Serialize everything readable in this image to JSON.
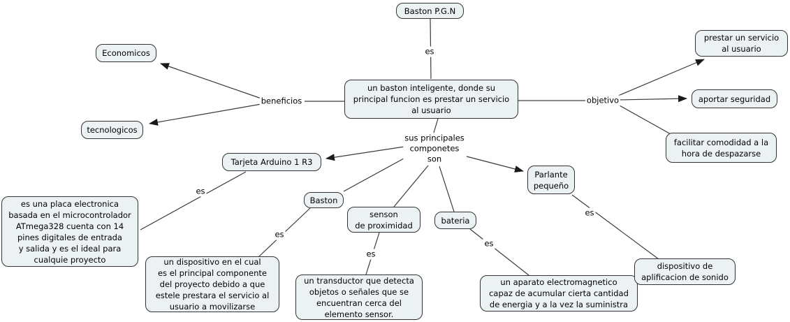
{
  "concepts": {
    "baston_pgn": "Baston P.G.N",
    "economicos": "Economicos",
    "tecnologicos": "tecnologicos",
    "main": "un baston inteligente, donde su\nprincipal funcion es prestar un servicio\nal usuario",
    "prestar": "prestar un servicio\nal usuario",
    "aportar": "aportar seguridad",
    "facilitar": "facilitar comodidad a la\nhora de despazarse",
    "tarjeta": "Tarjeta Arduino 1 R3",
    "baston": "Baston",
    "sensor": "senson\nde proximidad",
    "bateria": "bateria",
    "parlante": "Parlante\npequeño",
    "placa": "es una placa electronica\nbasada en el microcontrolador\nATmega328 cuenta con 14\npines digitales de entrada\ny salida y es el ideal para\ncualquie proyecto",
    "dispositivo": "un dispositivo en el cual\nes el principal componente\ndel proyecto debido a que\nestele prestara el servicio al\nusuario a movilizarse",
    "transductor": "un transductor que detecta\nobjetos o señales que se\nencuentran cerca del\nelemento sensor.",
    "aparato": "un aparato electromagnetico\ncapaz de acumular cierta cantidad\nde energia y a la vez la suministra",
    "amplificador": "dispositivo de\naplificacion de sonido"
  },
  "links": {
    "es_top": "es",
    "beneficios": "beneficios",
    "objetivo": "objetivo",
    "componentes": "sus principales\ncomponetes\nson",
    "es_tarjeta": "es",
    "es_baston": "es",
    "es_sensor": "es",
    "es_bateria": "es",
    "es_parlante": "es"
  },
  "colors": {
    "node_fill": "#ecf2f4",
    "node_border": "#333333",
    "line": "#3a3a3a",
    "background": "#ffffff"
  }
}
